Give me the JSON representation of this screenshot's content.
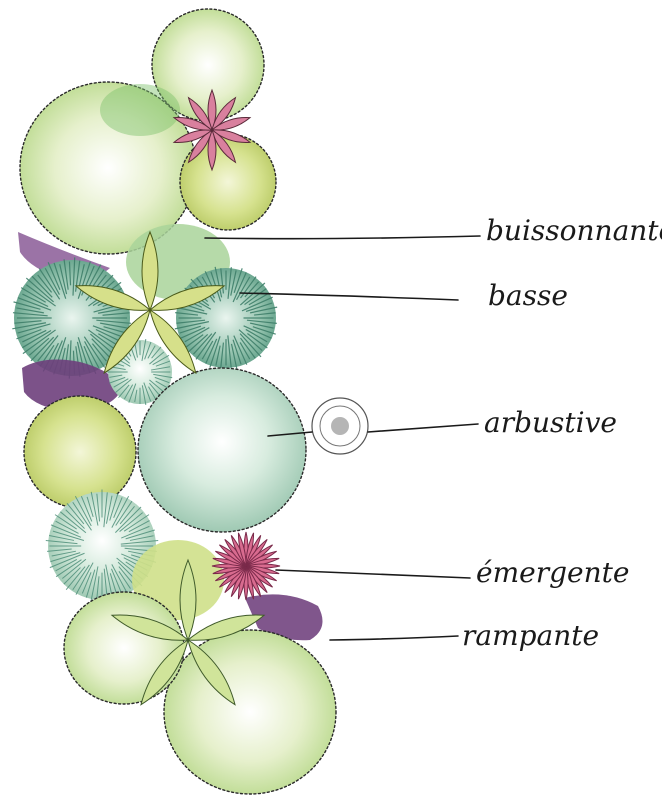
{
  "labels": {
    "buissonnante": "buissonnante",
    "basse": "basse",
    "arbustive": "arbustive",
    "emergente": "émergente",
    "rampante": "rampante"
  },
  "colors": {
    "pale_green": "#cfe3a6",
    "light_green": "#b9d98c",
    "mint": "#bfe0cf",
    "sage": "#9fc9b3",
    "teal": "#6fb39a",
    "olive": "#c8d870",
    "purple": "#7a4a86",
    "pink": "#d86b8f",
    "grey": "#b5b5b5",
    "ink": "#1a1a1a"
  },
  "icons": [
    "leaf-rosette-icon",
    "spiky-shrub-icon",
    "tree-trunk-icon"
  ]
}
